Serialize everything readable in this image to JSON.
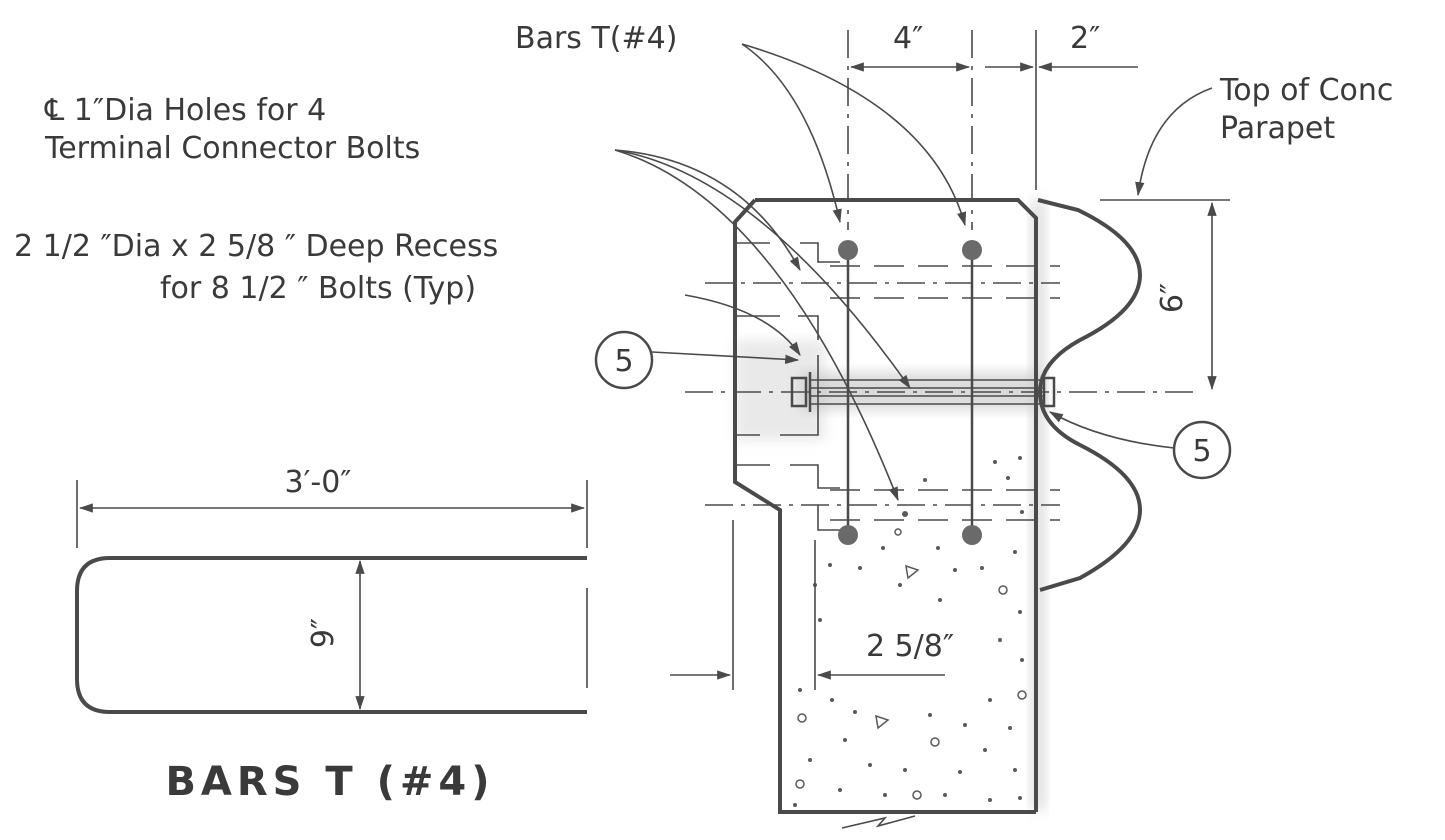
{
  "labels": {
    "bars_t_callout": "Bars T(#4)",
    "dim_4in": "4″",
    "dim_2in": "2″",
    "top_of_conc_line1": "Top of Conc",
    "top_of_conc_line2": "Parapet",
    "holes_line1": "℄ 1″Dia Holes for 4",
    "holes_line2": "Terminal Connector Bolts",
    "recess_line1": "2  1/2 ″Dia x 2  5/8 ″ Deep Recess",
    "recess_line2": "for 8  1/2 ″ Bolts (Typ)",
    "callout_5_left": "5",
    "callout_5_right": "5",
    "dim_6in": "6″",
    "dim_3ft": "3′-0″",
    "dim_9in": "9″",
    "dim_2_5_8": "2 5/8″",
    "detail_title": "BARS T (#4)"
  },
  "colors": {
    "ink": "#4a4a4a",
    "text": "#3a3a3a",
    "rebar": "#6a6a6a"
  }
}
